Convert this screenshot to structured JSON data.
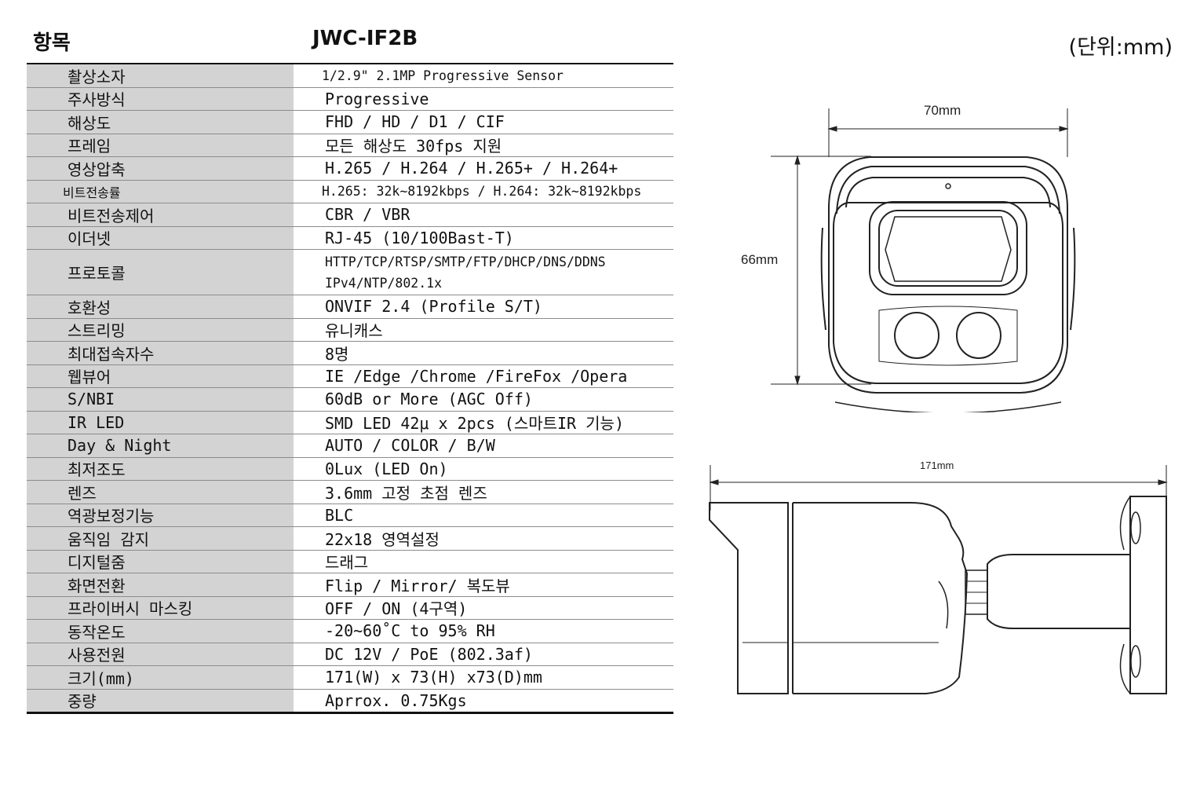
{
  "header": {
    "item_label": "항목",
    "model": "JWC-IF2B",
    "unit": "(단위:mm)"
  },
  "specs": [
    {
      "key": "촬상소자",
      "value": "1/2.9\" 2.1MP Progressive Sensor"
    },
    {
      "key": "주사방식",
      "value": "Progressive"
    },
    {
      "key": "해상도",
      "value": "FHD / HD / D1 / CIF"
    },
    {
      "key": "프레임",
      "value": "모든 해상도 30fps 지원"
    },
    {
      "key": "영상압축",
      "value": "H.265 / H.264 / H.265+ / H.264+"
    },
    {
      "key": "비트전송률",
      "value": "H.265: 32k~8192kbps / H.264: 32k~8192kbps"
    },
    {
      "key": "비트전송제어",
      "value": "CBR / VBR"
    },
    {
      "key": "이더넷",
      "value": "RJ-45 (10/100Bast-T)"
    },
    {
      "key": "프로토콜",
      "value_line1": "HTTP/TCP/RTSP/SMTP/FTP/DHCP/DNS/DDNS",
      "value_line2": "IPv4/NTP/802.1x"
    },
    {
      "key": "호환성",
      "value": "ONVIF 2.4 (Profile S/T)"
    },
    {
      "key": "스트리밍",
      "value": "유니캐스"
    },
    {
      "key": "최대접속자수",
      "value": "8명"
    },
    {
      "key": "웹뷰어",
      "value": "IE /Edge /Chrome /FireFox /Opera"
    },
    {
      "key": "S/NBI",
      "value": "60dB or More (AGC Off)"
    },
    {
      "key": "IR LED",
      "value": "SMD LED 42μ x 2pcs (스마트IR 기능)"
    },
    {
      "key": "Day & Night",
      "value": "AUTO / COLOR / B/W"
    },
    {
      "key": "최저조도",
      "value": "0Lux (LED On)"
    },
    {
      "key": "렌즈",
      "value": "3.6mm 고정 초점 렌즈"
    },
    {
      "key": "역광보정기능",
      "value": "BLC"
    },
    {
      "key": "움직임 감지",
      "value": "22x18 영역설정"
    },
    {
      "key": "디지털줌",
      "value": "드래그"
    },
    {
      "key": "화면전환",
      "value": "Flip / Mirror/ 복도뷰"
    },
    {
      "key": "프라이버시 마스킹",
      "value": "OFF / ON (4구역)"
    },
    {
      "key": "동작온도",
      "value": "-20~60˚C to 95% RH"
    },
    {
      "key": "사용전원",
      "value": "DC 12V / PoE (802.3af)"
    },
    {
      "key": "크기(mm)",
      "value": "171(W) x 73(H) x73(D)mm"
    },
    {
      "key": "중량",
      "value": "Aprrox. 0.75Kgs"
    }
  ],
  "drawing": {
    "front_width": "70mm",
    "front_height": "66mm",
    "side_length": "171mm"
  }
}
